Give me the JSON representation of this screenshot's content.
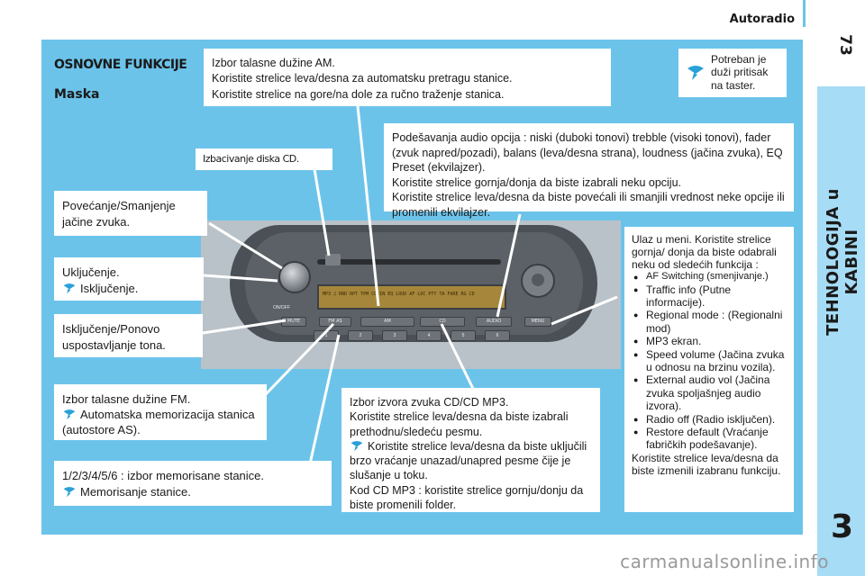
{
  "header": {
    "title": "Autoradio",
    "page_number": "73"
  },
  "chapter": {
    "label": "TEHNOLOGIJA u KABINI",
    "number": "3"
  },
  "section": {
    "title": "OSNOVNE FUNKCIJE",
    "subtitle": "Maska"
  },
  "label_cd_eject": "Izbacivanje diska CD.",
  "tip_long_press": "Potreban je duži pritisak na taster.",
  "box_am": {
    "line1": "Izbor talasne dužine AM.",
    "line2": "Koristite strelice leva/desna za automatsku pretragu stanice.",
    "line3": "Koristite strelice na gore/na dole za ručno traženje stanica."
  },
  "box_audio": {
    "line1": "Podešavanja audio opcija : niski (duboki tonovi) trebble (visoki tonovi), fader (zvuk napred/pozadi), balans (leva/desna strana), loudness (jačina zvuka), EQ Preset (ekvilajzer).",
    "line2": "Koristite strelice gornja/donja da biste izabrali neku opciju.",
    "line3": "Koristite strelice leva/desna da biste povećali ili smanjili vrednost neke opcije ili promenili ekvilajzer."
  },
  "box_volume": {
    "line1": "Povećanje/Smanjenje",
    "line2": "jačine zvuka."
  },
  "box_power": {
    "line1": "Uključenje.",
    "line2": "Isključenje."
  },
  "box_mute": {
    "line1": "Isključenje/Ponovo",
    "line2": "uspostavljanje tona."
  },
  "box_fm": {
    "line1": "Izbor talasne dužine FM.",
    "line2": "Automatska memorizacija stanica",
    "line3": "(autostore AS)."
  },
  "box_presets": {
    "line1": "1/2/3/4/5/6 : izbor memorisane stanice.",
    "line2": "Memorisanje stanice."
  },
  "box_source": {
    "line1": "Izbor izvora zvuka CD/CD MP3.",
    "line2": "Koristite strelice leva/desna da biste izabrali prethodnu/sledeću pesmu.",
    "line3": "Koristite strelice leva/desna da biste uključili brzo vraćanje unazad/unapred pesme čije je slušanje u toku.",
    "line4": "Kod CD MP3 : koristite strelice gornju/donju da biste promenili folder."
  },
  "box_menu": {
    "intro": "Ulaz u meni. Koristite strelice gornja/ donja da biste odabrali neku od sledećih funkcija :",
    "items": [
      "AF Switching (smenjivanje.)",
      "Traffic info (Putne informacije).",
      "Regional mode : (Regionalni mod)",
      "MP3 ekran.",
      "Speed volume (Jačina zvuka u odnosu na brzinu vozila).",
      "External audio vol (Jačina zvuka spoljašnjeg audio izvora).",
      "Radio off (Radio isključen).",
      "Restore default (Vraćanje fabričkih podešavanje)."
    ],
    "outro": "Koristite strelice leva/desna da biste izmenili izabranu funkciju."
  },
  "radio": {
    "buttons": [
      "MUTE",
      "FM AS",
      "AM",
      "CD",
      "AUDIO",
      "MENU"
    ],
    "presets": [
      "1",
      "2",
      "3",
      "4",
      "5",
      "6"
    ],
    "display": "MP3 ♫ RND RPT TPM CD-IN EQ LOUD AF LOC PTY TA FARE RG CD",
    "onoff": "ON/OFF"
  },
  "footer": {
    "url": "carmanualsonline.info"
  },
  "colors": {
    "panel": "#6cc3ea",
    "side_band": "#a6dcf5",
    "tip_icon": "#2aa0d8"
  }
}
